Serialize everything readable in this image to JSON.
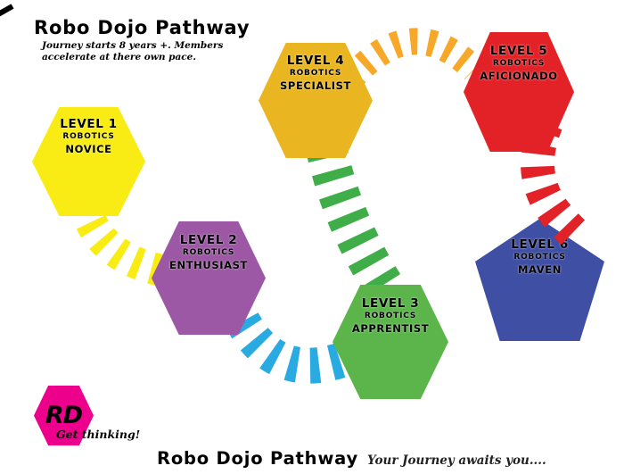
{
  "header": {
    "title": "Robo Dojo Pathway",
    "subtitle_line1": "Journey starts 8 years +. Members",
    "subtitle_line2": "accelerate at there own pace."
  },
  "levels": [
    {
      "level": "LEVEL 1",
      "org": "ROBOTICS",
      "rank": "NOVICE",
      "color": "#F8EC14",
      "shape": "hexagon"
    },
    {
      "level": "LEVEL 2",
      "org": "ROBOTICS",
      "rank": "ENTHUSIAST",
      "color": "#9C58A4",
      "shape": "hexagon"
    },
    {
      "level": "LEVEL 3",
      "org": "ROBOTICS",
      "rank": "APPRENTIST",
      "color": "#5BB54B",
      "shape": "hexagon"
    },
    {
      "level": "LEVEL 4",
      "org": "ROBOTICS",
      "rank": "SPECIALIST",
      "color": "#E9B621",
      "shape": "hexagon"
    },
    {
      "level": "LEVEL 5",
      "org": "ROBOTICS",
      "rank": "AFICIONADO",
      "color": "#E32227",
      "shape": "hexagon"
    },
    {
      "level": "LEVEL 6",
      "org": "ROBOTICS",
      "rank": "MAVEN",
      "color": "#3F4FA4",
      "shape": "pentagon"
    }
  ],
  "paths": {
    "l1_l2": {
      "color": "#F8EC14",
      "connects": "Level 1 to Level 2"
    },
    "l2_l3": {
      "color": "#29ABE2",
      "connects": "Level 2 to Level 3"
    },
    "l3_l4": {
      "color": "#3FAE49",
      "connects": "Level 3 to Level 4"
    },
    "l4_l5": {
      "color": "#F7A828",
      "connects": "Level 4 to Level 5"
    },
    "l5_l6": {
      "color": "#E32227",
      "connects": "Level 5 to Level 6"
    }
  },
  "logo": {
    "monogram": "RD",
    "tagline": "Get thinking!",
    "color": "#EC008C"
  },
  "footer": {
    "title": "Robo Dojo Pathway",
    "tagline": "Your Journey awaits you...."
  }
}
